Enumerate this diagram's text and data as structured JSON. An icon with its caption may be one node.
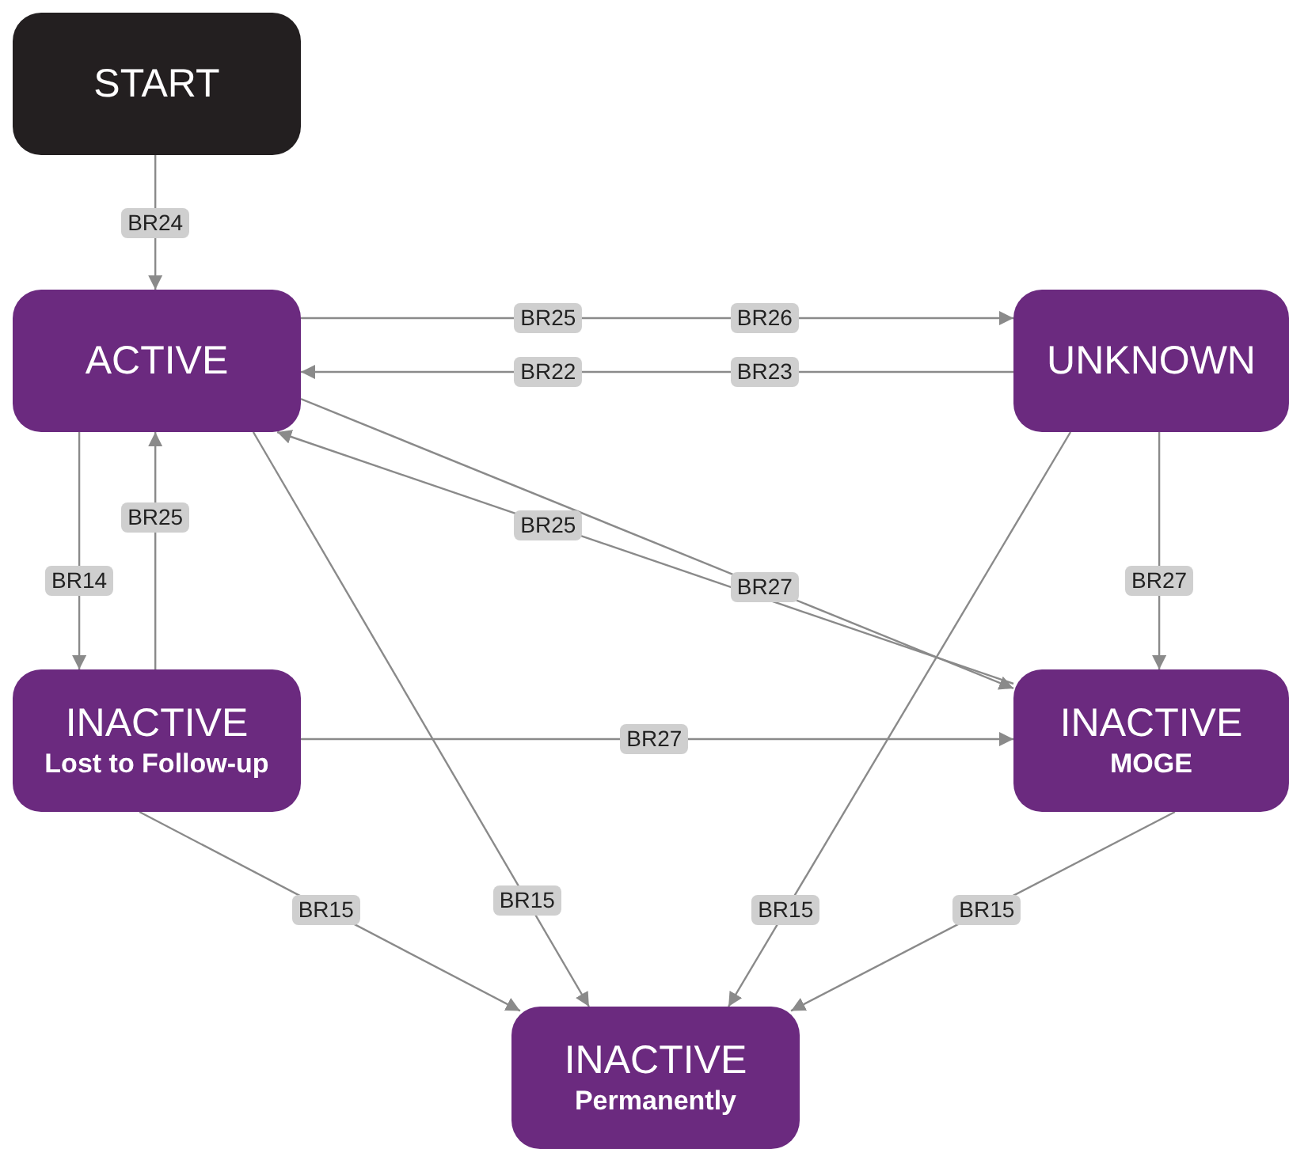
{
  "diagram": {
    "nodes": [
      {
        "text": [
          "START"
        ]
      },
      {
        "text": [
          "ACTIVE"
        ]
      },
      {
        "text": [
          "UNKNOWN"
        ]
      },
      {
        "text": [
          "INACTIVE",
          "Lost to Follow-up"
        ]
      },
      {
        "text": [
          "INACTIVE",
          "MOGE"
        ]
      },
      {
        "text": [
          "INACTIVE",
          "Permanently"
        ]
      }
    ],
    "edges": [
      {
        "from": 0,
        "to": 1,
        "arrow": "to",
        "label": "BR24"
      },
      {
        "from": 1,
        "to": 2,
        "arrow": "to",
        "label": "BR25"
      },
      {
        "from": 2,
        "to": 1,
        "arrow": "to",
        "label": "BR22"
      },
      {
        "from": 1,
        "to": 3,
        "arrow": "to",
        "label": "BR14"
      },
      {
        "from": 3,
        "to": 1,
        "arrow": "to",
        "label": "BR25"
      },
      {
        "from": 1,
        "to": 4,
        "arrow": "to",
        "label": "BR27"
      },
      {
        "from": 4,
        "to": 1,
        "arrow": "to",
        "label": "BR25"
      },
      {
        "from": 2,
        "to": 4,
        "arrow": "to",
        "label": "BR27"
      },
      {
        "from": 3,
        "to": 4,
        "arrow": "to",
        "label": "BR27"
      },
      {
        "from": 3,
        "to": 5,
        "arrow": "to",
        "label": "BR15"
      },
      {
        "from": 1,
        "to": 5,
        "arrow": "to",
        "label": "BR15"
      },
      {
        "from": 2,
        "to": 5,
        "arrow": "to",
        "label": "BR15"
      },
      {
        "from": 4,
        "to": 5,
        "arrow": "to",
        "label": "BR15"
      }
    ],
    "labels": [
      "BR26",
      "BR23"
    ]
  }
}
